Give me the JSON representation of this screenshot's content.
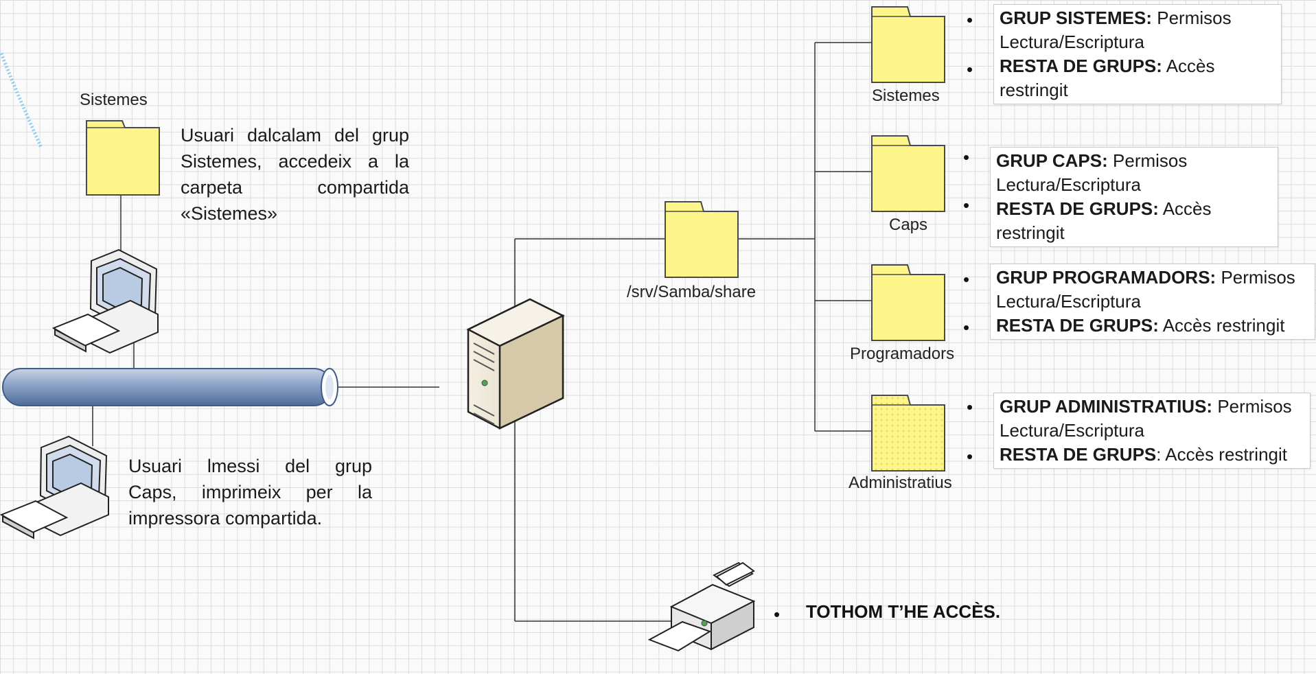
{
  "left": {
    "sistemes_folder_label": "Sistemes",
    "user1_desc": [
      "Usuari dalcalam del grup",
      "Sistemes, accedeix a la",
      "carpeta compartida",
      "«Sistemes»"
    ],
    "user2_desc": [
      "Usuari lmessi del grup",
      "Caps, imprimeix per la",
      "impressora compartida."
    ]
  },
  "share": {
    "root_label": "/srv/Samba/share",
    "folders": [
      {
        "label": "Sistemes",
        "group": "GRUP SISTEMES:",
        "perm": "Permisos",
        "perm2": "Lectura/Escriptura",
        "rest": "RESTA DE GRUPS:",
        "rest_text": "Accès restringit"
      },
      {
        "label": "Caps",
        "group": "GRUP CAPS:",
        "perm": "Permisos",
        "perm2": "Lectura/Escriptura",
        "rest": "RESTA DE GRUPS:",
        "rest_text": "Accès restringit"
      },
      {
        "label": "Programadors",
        "group": "GRUP PROGRAMADORS:",
        "perm": "Permisos",
        "perm2": "Lectura/Escriptura",
        "rest": "RESTA DE GRUPS:",
        "rest_text": "Accès restringit"
      },
      {
        "label": "Administratius",
        "group": "GRUP ADMINISTRATIUS:",
        "perm": "Permisos",
        "perm2": "Lectura/Escriptura",
        "rest": "RESTA DE GRUPS",
        "rest_text": ": Accès restringit"
      }
    ]
  },
  "printer": {
    "note": "TOTHOM T’HE ACCÈS."
  },
  "bullet_char": "•",
  "colors": {
    "folder_fill": "#fdf58a",
    "folder_stroke": "#4a4a4a",
    "network_pipe": "#8fa6c9",
    "server_body": "#e9e1cf"
  }
}
